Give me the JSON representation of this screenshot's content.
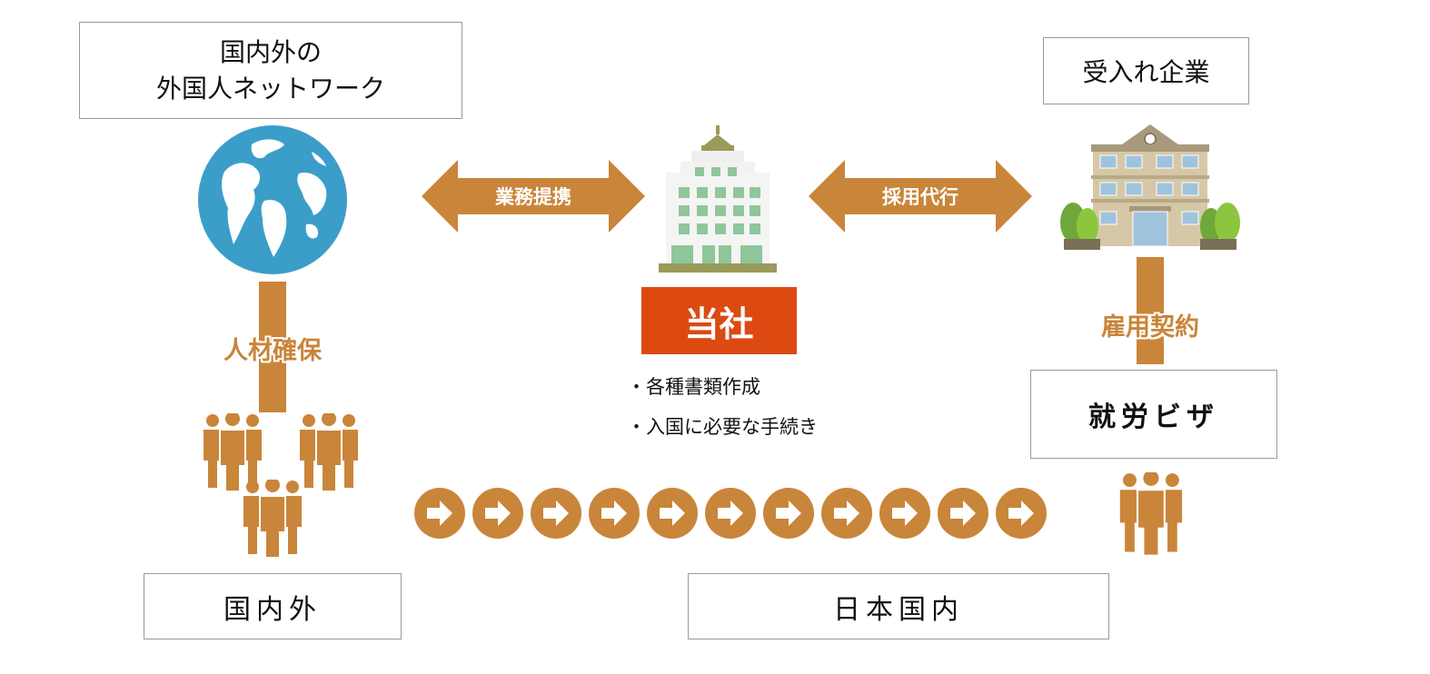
{
  "network_box": {
    "line1": "国内外の",
    "line2": "外国人ネットワーク"
  },
  "employer_box": {
    "label": "受入れ企業"
  },
  "company_label": "当社",
  "business_partnership": "業務提携",
  "recruitment_agency": "採用代行",
  "talent_acquisition": "人材確保",
  "employment_contract": "雇用契約",
  "work_visa": "就労ビザ",
  "services": [
    "・各種書類作成",
    "・入国に必要な手続き"
  ],
  "domestic_overseas": "国内外",
  "within_japan": "日本国内",
  "colors": {
    "accent_brown": "#c9853a",
    "company_red": "#dc4a12",
    "globe_blue": "#3b9ec8",
    "building_green": "#8fc69b"
  },
  "icons": [
    "globe-icon",
    "office-building-icon",
    "school-building-icon",
    "people-group-icon",
    "right-arrow-circle-icon"
  ]
}
